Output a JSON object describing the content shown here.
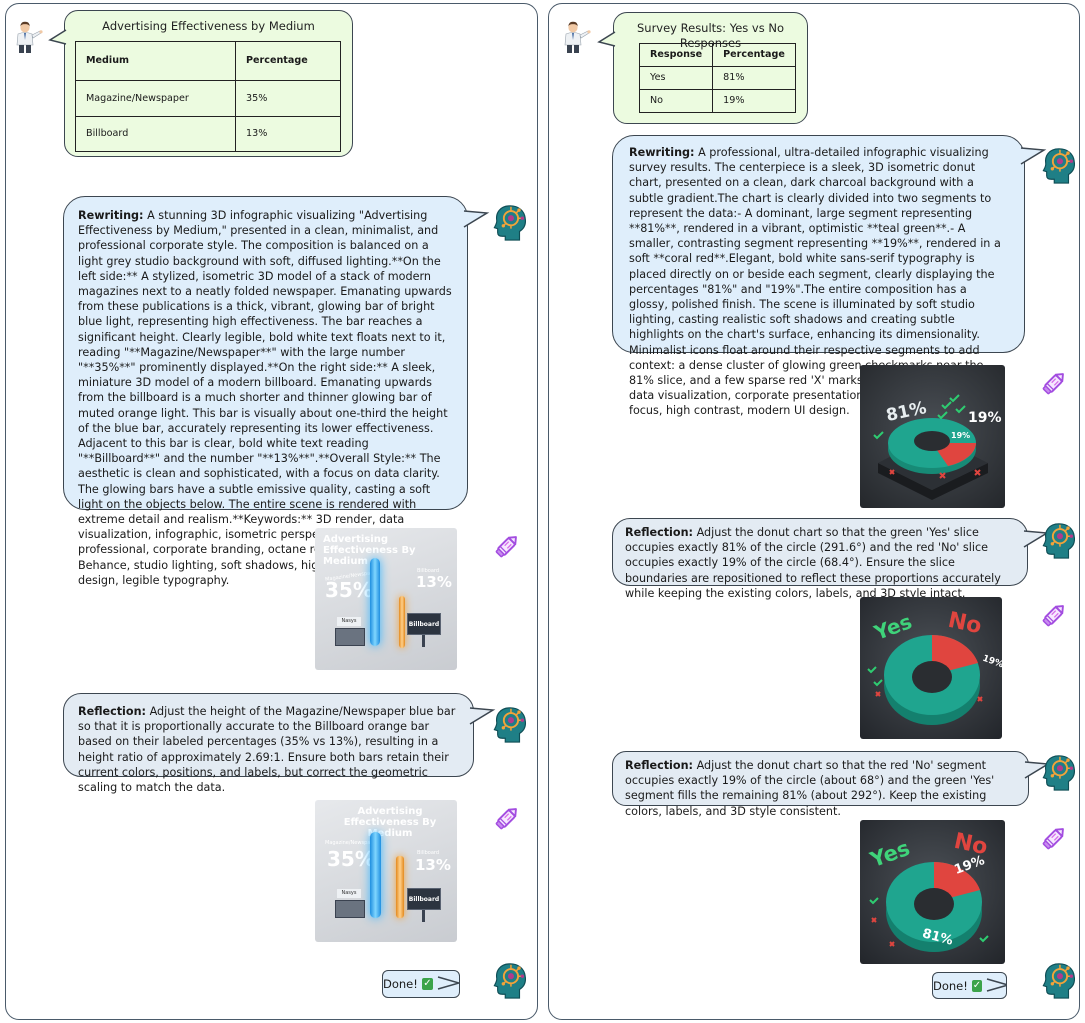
{
  "left": {
    "table": {
      "title": "Advertising Effectiveness by Medium",
      "headers": [
        "Medium",
        "Percentage"
      ],
      "rows": [
        [
          "Magazine/Newspaper",
          "35%"
        ],
        [
          "Billboard",
          "13%"
        ]
      ]
    },
    "rewriting": {
      "label": "Rewriting:",
      "text": " A stunning 3D infographic visualizing \"Advertising Effectiveness by Medium,\" presented in a clean, minimalist, and professional corporate style. The composition is balanced on a light grey studio background with soft, diffused lighting.**On the left side:** A stylized, isometric 3D model of a stack of modern magazines next to a neatly folded newspaper. Emanating upwards from these publications is a thick, vibrant, glowing bar of bright blue light, representing high effectiveness. The bar reaches a significant height. Clearly legible, bold white text floats next to it, reading \"**Magazine/Newspaper**\" with the large number \"**35%**\" prominently displayed.**On the right side:** A sleek, miniature 3D model of a modern billboard. Emanating upwards from the billboard is a much shorter and thinner glowing bar of muted orange light. This bar is visually about one-third the height of the blue bar, accurately representing its lower effectiveness. Adjacent to this bar is clear, bold white text reading \"**Billboard**\" and the number \"**13%**\".**Overall Style:** The aesthetic is clean and sophisticated, with a focus on data clarity. The glowing bars have a subtle emissive quality, casting a soft light on the objects below. The entire scene is rendered with extreme detail and realism.**Keywords:** 3D render, data visualization, infographic, isometric perspective, minimalist, professional, corporate branding, octane render, trending on Behance, studio lighting, soft shadows, high detail, 4K, clean design, legible typography."
    },
    "image1": {
      "title": "Advertising Effectiveness By Medium",
      "mag_label": "Magazine/Newspaper",
      "mag_value": "35%",
      "bb_label": "Billboard",
      "bb_value": "13%",
      "bb_sign": "Billboard",
      "news_label": "Nasys"
    },
    "reflection": {
      "label": "Reflection:",
      "text": " Adjust the height of the Magazine/Newspaper blue bar so that it is proportionally accurate to the Billboard orange bar based on their labeled percentages (35% vs 13%), resulting in a height ratio of approximately 2.69:1. Ensure both bars retain their current colors, positions, and labels, but correct the geometric scaling to match the data."
    },
    "image2": {
      "title": "Advertising Effectiveness By Medium",
      "mag_label": "Magazine/Newspaper",
      "mag_value": "35%",
      "bb_label": "Billboard",
      "bb_value": "13%",
      "bb_sign": "Billboard",
      "news_label": "Nasys"
    },
    "done": "Done!"
  },
  "right": {
    "table": {
      "title": "Survey Results: Yes vs No Responses",
      "headers": [
        "Response",
        "Percentage"
      ],
      "rows": [
        [
          "Yes",
          "81%"
        ],
        [
          "No",
          "19%"
        ]
      ]
    },
    "rewriting": {
      "label": "Rewriting:",
      "text": " A professional, ultra-detailed infographic visualizing survey results. The centerpiece is a sleek, 3D isometric donut chart, presented on a clean, dark charcoal background with a subtle gradient.The chart is clearly divided into two segments to represent the data:- A dominant, large segment representing **81%**, rendered in a vibrant, optimistic **teal green**.- A smaller, contrasting segment representing **19%**, rendered in a soft **coral red**.Elegant, bold white sans-serif typography is placed directly on or beside each segment, clearly displaying the percentages \"81%\" and \"19%\".The entire composition has a glossy, polished finish. The scene is illuminated by soft studio lighting, casting realistic soft shadows and creating subtle highlights on the chart's surface, enhancing its dimensionality. Minimalist icons float around their respective segments to add context: a dense cluster of glowing green checkmarks near the 81% slice, and a few sparse red 'X' marks near the 19% slice.Style: data visualization, corporate presentation, Behance HD, 4K, sharp focus, high contrast, modern UI design."
    },
    "image1": {
      "v1": "81%",
      "v2": "19%",
      "v3": "19%"
    },
    "reflection1": {
      "label": "Reflection:",
      "text": " Adjust the donut chart so that the green 'Yes' slice occupies exactly 81% of the circle (291.6°) and the red 'No' slice occupies exactly 19% of the circle (68.4°). Ensure the slice boundaries are repositioned to reflect these proportions accurately while keeping the existing colors, labels, and 3D style intact."
    },
    "image2": {
      "yes": "Yes",
      "no": "No",
      "v": "19%"
    },
    "reflection2": {
      "label": "Reflection:",
      "text": " Adjust the donut chart so that the red 'No' segment occupies exactly 19% of the circle (about 68°) and the green 'Yes' segment fills the remaining 81% (about 292°). Keep the existing colors, labels, and 3D style consistent."
    },
    "image3": {
      "yes": "Yes",
      "no": "No",
      "no_v": "19%",
      "yes_v": "81%"
    },
    "done": "Done!"
  },
  "colors": {
    "user_bubble": "#ecfbe0",
    "ai_bubble": "#dfeefb",
    "teal": "#1fa58f",
    "coral": "#e0453f",
    "blue_bar": "#39b6ff",
    "orange_bar": "#f3a23a"
  },
  "icons": [
    "user-avatar-icon",
    "ai-brain-head-icon",
    "pencil-edit-icon",
    "check-mark-icon"
  ]
}
